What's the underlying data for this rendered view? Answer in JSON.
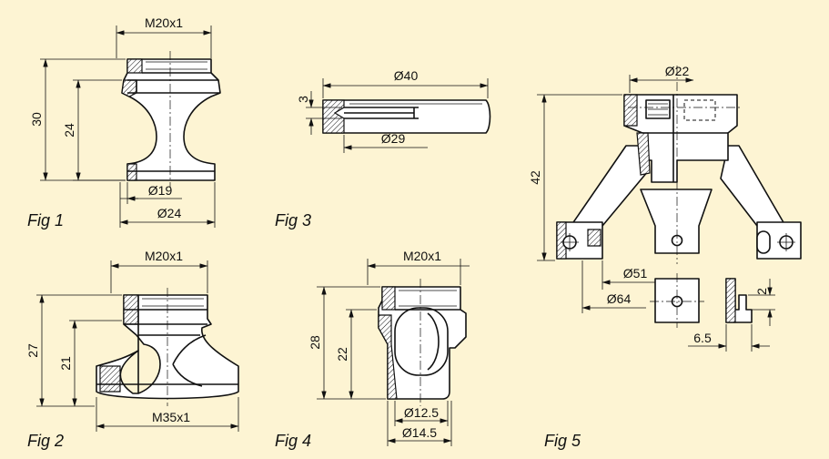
{
  "figures": {
    "fig1": {
      "caption": "Fig 1",
      "thread": "M20x1",
      "height_total": "30",
      "height_inner": "24",
      "dia_small": "Ø19",
      "dia_large": "Ø24"
    },
    "fig2": {
      "caption": "Fig 2",
      "thread_top": "M20x1",
      "height_total": "27",
      "height_inner": "21",
      "thread_bottom": "M35x1"
    },
    "fig3": {
      "caption": "Fig 3",
      "dia_outer": "Ø40",
      "thickness": "3",
      "dia_inner": "Ø29"
    },
    "fig4": {
      "caption": "Fig 4",
      "thread": "M20x1",
      "height_total": "28",
      "height_inner": "22",
      "dia_small": "Ø12.5",
      "dia_large": "Ø14.5"
    },
    "fig5": {
      "caption": "Fig 5",
      "dia_top": "Ø22",
      "height": "42",
      "dia_mid": "Ø51",
      "dia_outer": "Ø64",
      "detail_small": "2",
      "detail_width": "6.5"
    }
  }
}
